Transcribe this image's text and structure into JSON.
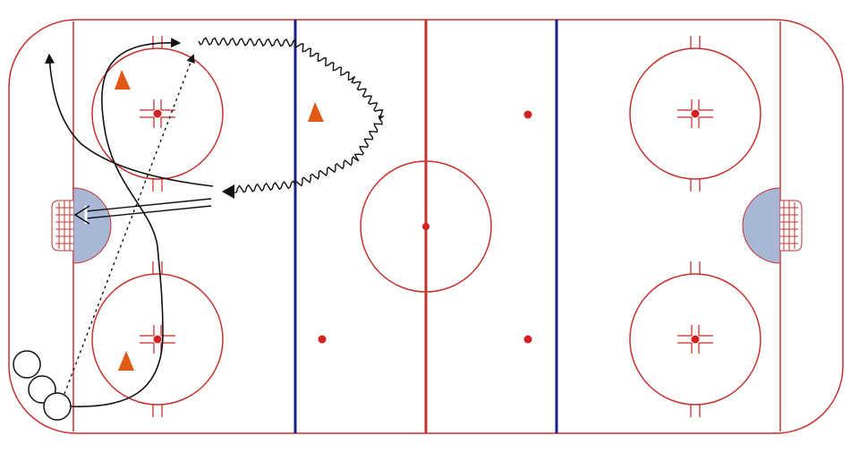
{
  "diagram": {
    "type": "hockey-rink-drill",
    "colors": {
      "rink_line": "#c8302c",
      "blue_line": "#1c1f86",
      "dot": "#d32020",
      "crease": "#a9b7d6",
      "cone": "#e05a14",
      "path": "#111111",
      "background": "#ffffff"
    },
    "elements": {
      "players": 3,
      "cones": 3,
      "puck_stack": "circles",
      "paths": [
        "skate",
        "stickhandle",
        "pass",
        "shot"
      ]
    }
  }
}
